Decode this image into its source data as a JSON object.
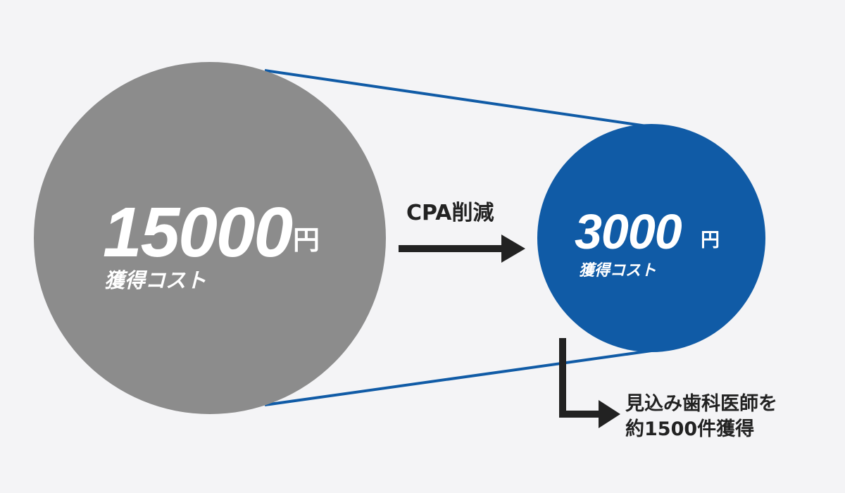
{
  "colors": {
    "background": "#f4f4f6",
    "before_circle": "#8c8c8c",
    "after_circle": "#105ba6",
    "connector_line": "#105ba6",
    "arrow": "#222222",
    "text_light": "#ffffff",
    "text_dark": "#222222"
  },
  "before": {
    "amount": "15000",
    "unit": "円",
    "caption": "獲得コスト"
  },
  "after": {
    "amount": "3000",
    "unit": "円",
    "caption": "獲得コスト"
  },
  "reduction_label": "CPA削減",
  "result": {
    "line1": "見込み歯科医師を",
    "line2": "約1500件獲得"
  }
}
